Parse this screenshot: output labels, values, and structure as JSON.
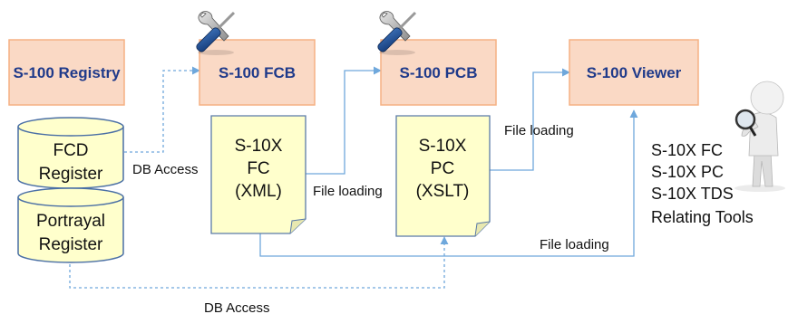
{
  "boxes": {
    "registry": "S-100  Registry",
    "fcb": "S-100  FCB",
    "pcb": "S-100  PCB",
    "viewer": "S-100  Viewer"
  },
  "databases": {
    "fcd": [
      "FCD",
      "Register"
    ],
    "portrayal": [
      "Portrayal",
      "Register"
    ]
  },
  "documents": {
    "fc": [
      "S-10X",
      "FC",
      "(XML)"
    ],
    "pc": [
      "S-10X",
      "PC",
      "(XSLT)"
    ]
  },
  "edges": {
    "db_access_fcb": "DB Access",
    "db_access_pcb": "DB Access",
    "file_loading_fc": "File loading",
    "file_loading_pc": "File loading",
    "file_loading_viewer": "File loading"
  },
  "viewer_panel": [
    "S-10X FC",
    "S-10X PC",
    "S-10X TDS",
    "Relating Tools"
  ],
  "icons": [
    "tools-icon",
    "magnifier-person-icon"
  ],
  "colors": {
    "box_fill": "#FAD9C5",
    "box_border": "#F5B183",
    "box_text": "#1F3A8A",
    "doc_fill": "#FFFFCC",
    "doc_border": "#5B7BA8",
    "connector": "#6FA8DC"
  }
}
